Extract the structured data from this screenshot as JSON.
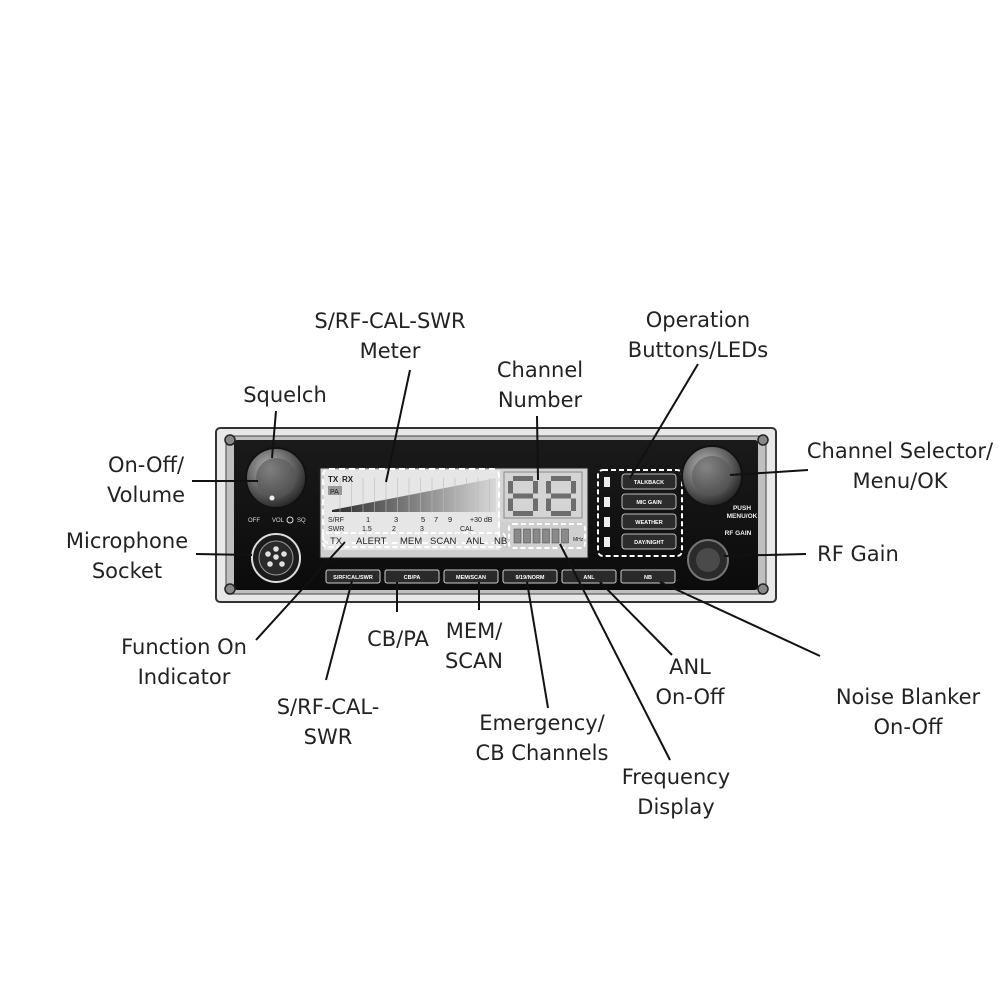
{
  "callouts": {
    "meter": "S/RF-CAL-SWR\nMeter",
    "squelch": "Squelch",
    "channel_number": "Channel\nNumber",
    "operation_buttons": "Operation\nButtons/LEDs",
    "on_off_volume": "On-Off/\nVolume",
    "channel_selector": "Channel Selector/\nMenu/OK",
    "microphone_socket": "Microphone\nSocket",
    "rf_gain": "RF Gain",
    "function_on_indicator": "Function On\nIndicator",
    "cb_pa": "CB/PA",
    "mem_scan": "MEM/\nSCAN",
    "anl_on_off": "ANL\nOn-Off",
    "noise_blanker": "Noise Blanker\nOn-Off",
    "s_rf_cal_swr": "S/RF-CAL-\nSWR",
    "emergency_cb": "Emergency/\nCB Channels",
    "frequency_display": "Frequency\nDisplay"
  },
  "radio": {
    "knob_labels": {
      "off": "OFF",
      "vol": "VOL",
      "sq": "SQ",
      "push": "PUSH\nMENU/OK",
      "rf_gain": "RF GAIN"
    },
    "lcd": {
      "tx": "TX",
      "rx": "RX",
      "pa": "PA",
      "s_rf": "S/RF",
      "swr": "SWR",
      "db": "+30 dB",
      "cal": "CAL",
      "scale_top": [
        "1",
        "3",
        "5",
        "7",
        "9"
      ],
      "scale_bottom": [
        "1.5",
        "2",
        "3"
      ],
      "functions": [
        "TX",
        "ALERT",
        "MEM",
        "SCAN",
        "ANL",
        "NB"
      ],
      "channel_digits": "88",
      "mhz": "MHz"
    },
    "op_buttons": [
      "TALKBACK",
      "MIC GAIN",
      "WEATHER",
      "DAY/NIGHT"
    ],
    "bottom_buttons": [
      "S/RF/CAL/SWR",
      "CB/PA",
      "MEM/SCAN",
      "9/19/NORM",
      "ANL",
      "NB"
    ]
  }
}
